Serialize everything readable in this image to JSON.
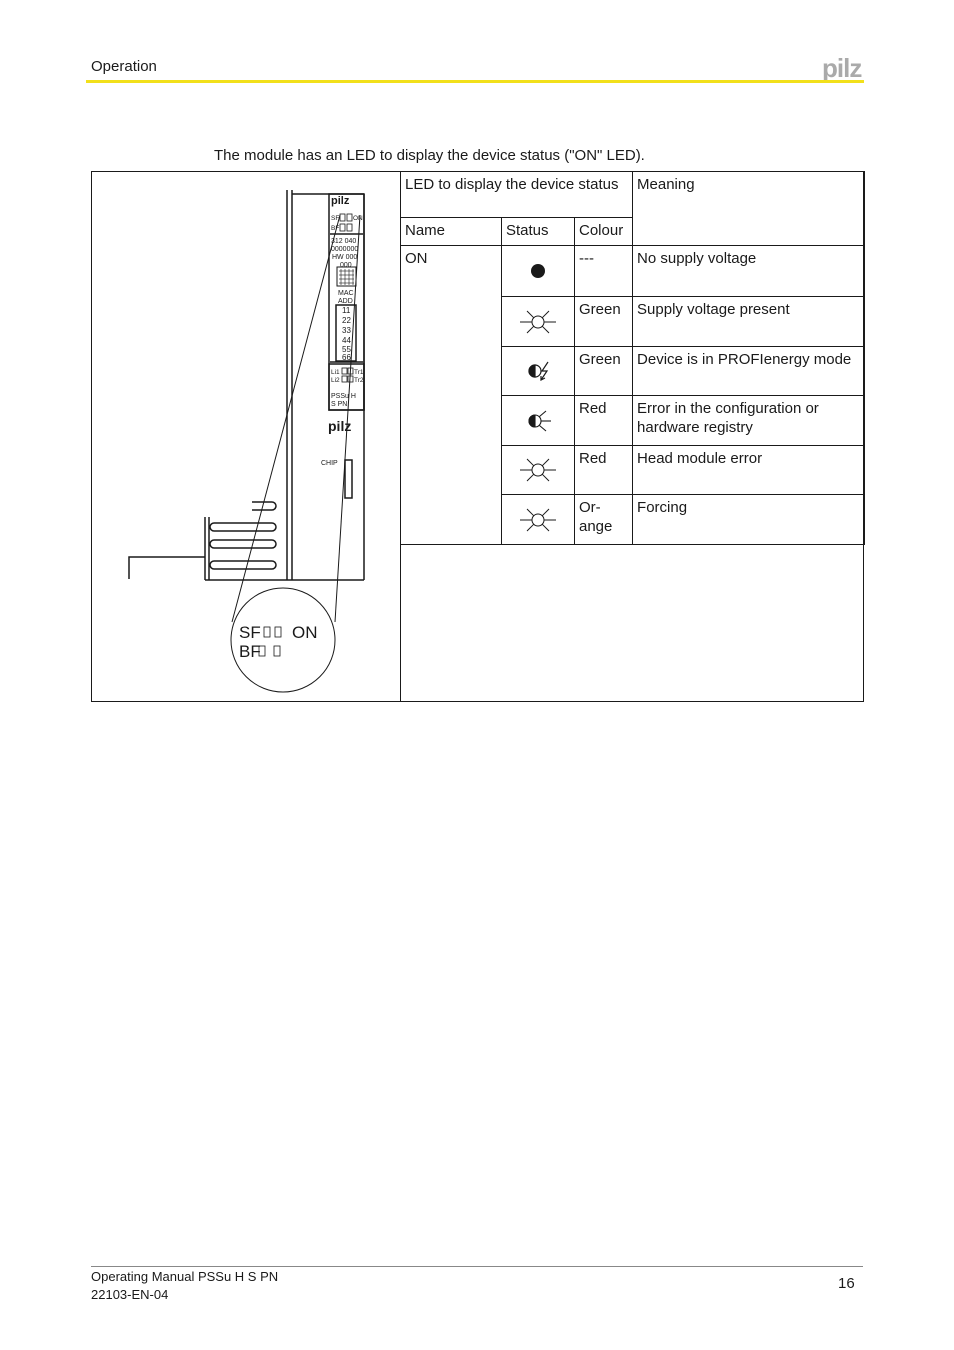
{
  "header": {
    "section": "Operation",
    "logo_text": "pilz",
    "accent_color": "#f2e01b"
  },
  "intro_text": "The module has an LED to display the device status (\"ON\" LED).",
  "figure": {
    "labels": {
      "sf": "SF",
      "on": "ON",
      "bf": "BF",
      "numbers": [
        "312 040",
        "0000000",
        "HW 000",
        "000"
      ],
      "mac": "MAC",
      "add": "ADD",
      "addr": [
        "11",
        "22",
        "33",
        "44",
        "55",
        "66"
      ],
      "li1": "Li1",
      "tr1": "Tr1",
      "li2": "Li2",
      "tr2": "Tr2",
      "product": "PSSu H",
      "product2": "S PN",
      "logo": "pilz",
      "chip": "CHIP"
    },
    "zoom": {
      "line1_left": "SF",
      "line1_right": "ON",
      "line2": "BF"
    }
  },
  "table": {
    "header_group": "LED to display the device sta­tus",
    "header_meaning": "Meaning",
    "col_name": "Name",
    "col_status": "Status",
    "col_colour": "Colour",
    "led_name": "ON",
    "rows": [
      {
        "status_icon": "led-off-icon",
        "colour": "---",
        "meaning": "No supply voltage"
      },
      {
        "status_icon": "led-on-icon",
        "colour": "Green",
        "meaning": "Supply voltage present"
      },
      {
        "status_icon": "led-flashing-icon",
        "colour": "Green",
        "meaning": "Device is in PROFIenergy mode"
      },
      {
        "status_icon": "led-flashing-icon",
        "colour": "Red",
        "meaning": "Error in the configuration or hardware registry"
      },
      {
        "status_icon": "led-on-icon",
        "colour": "Red",
        "meaning": "Head module error"
      },
      {
        "status_icon": "led-on-icon",
        "colour": "Or­ange",
        "meaning": "Forcing"
      }
    ]
  },
  "footer": {
    "manual": "Operating Manual PSSu H S PN",
    "doc_number": "22103-EN-04",
    "page": "16"
  }
}
